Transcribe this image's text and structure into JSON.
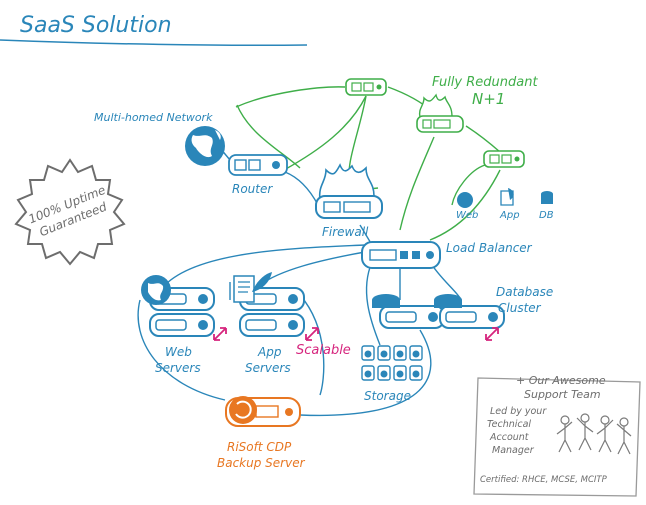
{
  "title": "SaaS Solution",
  "badge": [
    "100% Uptime",
    "Guaranteed"
  ],
  "labels": {
    "multihomed": "Multi-homed Network",
    "router": "Router",
    "firewall": "Firewall",
    "load_balancer": "Load Balancer",
    "fully_redundant": "Fully Redundant",
    "n_plus_1": "N+1",
    "web_small": "Web",
    "app_small": "App",
    "db_small": "DB",
    "web_servers": [
      "Web",
      "Servers"
    ],
    "app_servers": [
      "App",
      "Servers"
    ],
    "scalable": "Scalable",
    "storage": "Storage",
    "database_cluster": [
      "Database",
      "Cluster"
    ],
    "backup": [
      "RiSoft CDP",
      "Backup Server"
    ]
  },
  "support_note": {
    "heading": [
      "+ Our Awesome",
      "Support Team"
    ],
    "body": [
      "Led by your",
      "Technical",
      "Account",
      "Manager"
    ],
    "certified": "Certified: RHCE, MCSE, MCITP"
  },
  "colors": {
    "blue": "#2a86b9",
    "green": "#3fae49",
    "orange": "#e87722",
    "magenta": "#d6247d",
    "gray": "#6d6d6d"
  }
}
